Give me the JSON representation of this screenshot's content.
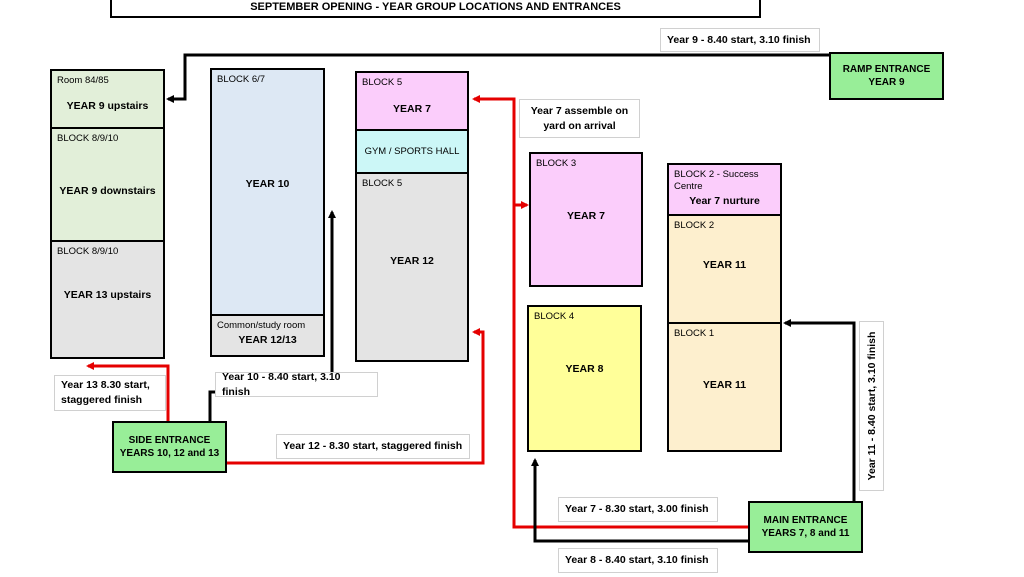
{
  "title": "SEPTEMBER OPENING - YEAR GROUP LOCATIONS AND ENTRANCES",
  "colors": {
    "green_block": "#e2efd9",
    "blue_block": "#dde8f4",
    "grey_block": "#e4e4e4",
    "pink_block": "#fbcdfb",
    "cyan_block": "#ccf7f7",
    "yellow_block": "#ffff99",
    "peach_block": "#fdefce",
    "entrance": "#98ee98",
    "black_route": "#000000",
    "red_route": "#e50000"
  },
  "blocks": {
    "room_84_85": {
      "label": "Room 84/85",
      "name": "YEAR 9 upstairs"
    },
    "block_8910_down": {
      "label": "BLOCK 8/9/10",
      "name": "YEAR 9 downstairs"
    },
    "block_8910_up": {
      "label": "BLOCK 8/9/10",
      "name": "YEAR 13 upstairs"
    },
    "block_67": {
      "label": "BLOCK 6/7",
      "name": "YEAR 10"
    },
    "common_room": {
      "label": "Common/study room",
      "name": "YEAR 12/13"
    },
    "block_5_top": {
      "label": "BLOCK 5",
      "name": "YEAR 7"
    },
    "gym": {
      "name": "GYM / SPORTS HALL"
    },
    "block_5_bottom": {
      "label": "BLOCK 5",
      "name": "YEAR 12"
    },
    "block_3": {
      "label": "BLOCK 3",
      "name": "YEAR 7"
    },
    "block_4": {
      "label": "BLOCK 4",
      "name": "YEAR 8"
    },
    "block_2_success": {
      "label": "BLOCK 2 - Success Centre",
      "name": "Year 7 nurture"
    },
    "block_2": {
      "label": "BLOCK 2",
      "name": "YEAR 11"
    },
    "block_1": {
      "label": "BLOCK 1",
      "name": "YEAR 11"
    }
  },
  "notes": {
    "year9": "Year 9 - 8.40 start, 3.10 finish",
    "year7_assemble": "Year 7 assemble on yard on arrival",
    "year13": "Year 13 8.30 start, staggered finish",
    "year10": "Year 10 - 8.40 start, 3.10 finish",
    "year12": "Year 12 - 8.30 start, staggered finish",
    "year7": "Year 7 - 8.30 start, 3.00 finish",
    "year8": "Year 8 - 8.40 start, 3.10 finish",
    "year11": "Year 11 - 8.40 start, 3.10 finish"
  },
  "entrances": {
    "ramp": {
      "line1": "RAMP ENTRANCE",
      "line2": "YEAR 9"
    },
    "side": {
      "line1": "SIDE ENTRANCE",
      "line2": "YEARS 10, 12 and 13"
    },
    "main": {
      "line1": "MAIN ENTRANCE",
      "line2": "YEARS 7, 8 and 11"
    }
  }
}
